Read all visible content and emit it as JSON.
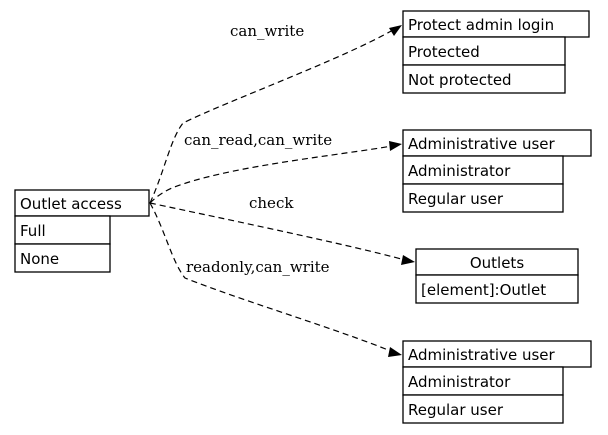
{
  "colors": {
    "line": "#000000",
    "background": "#ffffff"
  },
  "nodes": {
    "outlet_access": {
      "title": "Outlet access",
      "rows": [
        "Full",
        "None"
      ]
    },
    "protect_admin_login": {
      "title": "Protect admin login",
      "rows": [
        "Protected",
        "Not protected"
      ]
    },
    "administrative_user_1": {
      "title": "Administrative user",
      "rows": [
        "Administrator",
        "Regular user"
      ]
    },
    "outlets": {
      "title": "Outlets",
      "rows": [
        "[element]:Outlet"
      ]
    },
    "administrative_user_2": {
      "title": "Administrative user",
      "rows": [
        "Administrator",
        "Regular user"
      ]
    }
  },
  "edges": {
    "to_protect_admin_login": {
      "label": "can_write"
    },
    "to_administrative_user_1": {
      "label": "can_read,can_write"
    },
    "to_outlets": {
      "label": "check"
    },
    "to_administrative_user_2": {
      "label": "readonly,can_write"
    }
  }
}
